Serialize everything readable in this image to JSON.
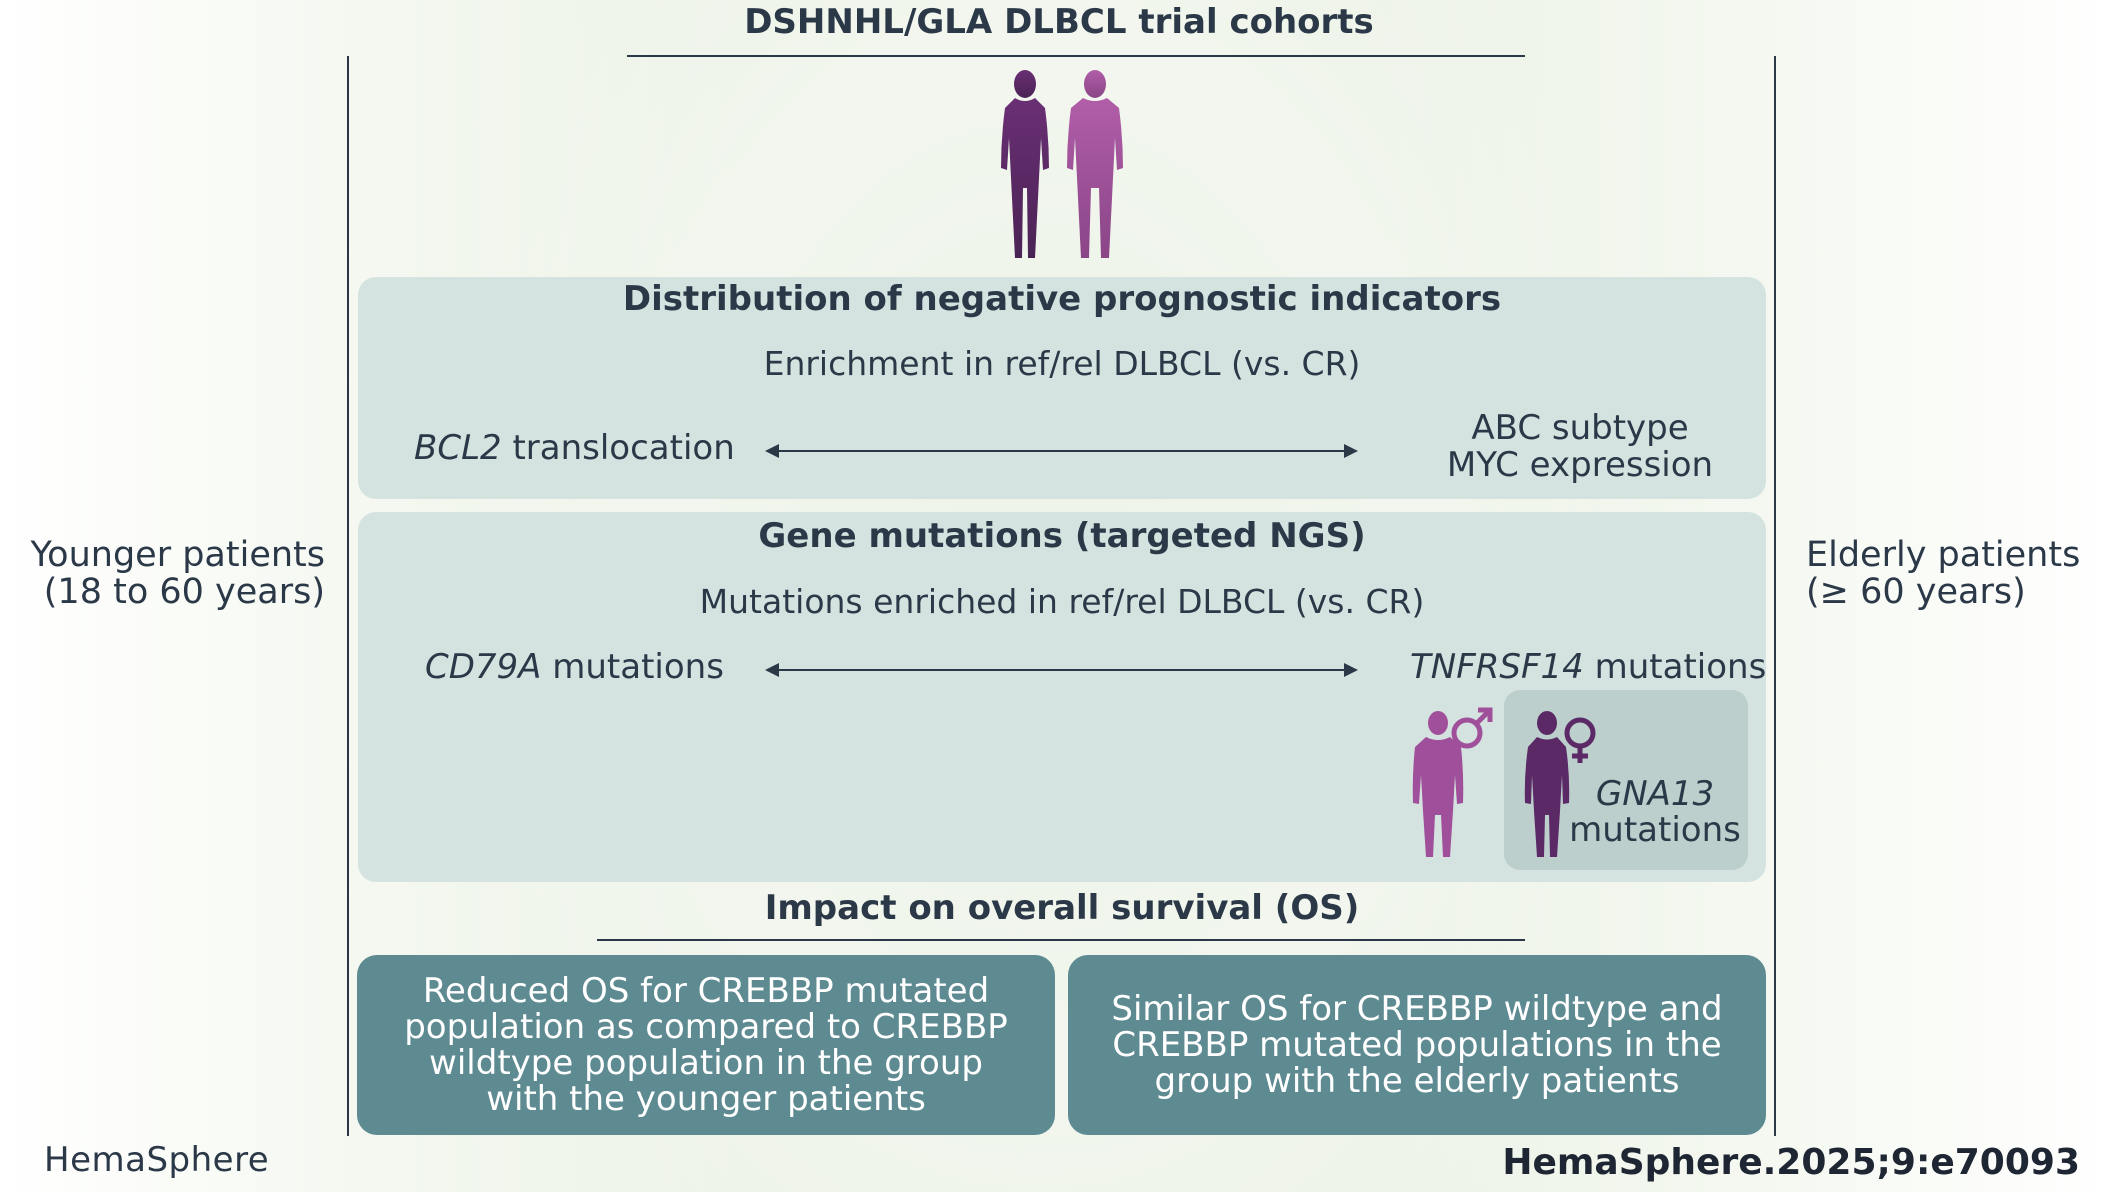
{
  "header": {
    "title": "DSHNHL/GLA DLBCL trial cohorts"
  },
  "left_group": {
    "line1": "Younger patients",
    "line2": "(18 to 60 years)"
  },
  "right_group": {
    "line1": "Elderly patients",
    "line2": "(≥ 60 years)"
  },
  "prognostic_panel": {
    "heading": "Distribution of negative prognostic indicators",
    "subheading": "Enrichment in ref/rel DLBCL (vs. CR)",
    "left_item_italic": "BCL2",
    "left_item_text": " translocation",
    "right_item_line1": "ABC subtype",
    "right_item_line2": "MYC expression"
  },
  "mutation_panel": {
    "heading": "Gene mutations (targeted NGS)",
    "subheading": "Mutations enriched in ref/rel DLBCL (vs. CR)",
    "left_item_italic": "CD79A",
    "left_item_text": " mutations",
    "right_item_italic": "TNFRSF14",
    "right_item_text": " mutations",
    "gna_italic": "GNA13",
    "gna_text": "mutations"
  },
  "survival": {
    "heading": "Impact on overall survival (OS)",
    "left_box": "Reduced OS for CREBBP mutated population as compared to CREBBP wildtype population in the group with the younger patients",
    "right_box": "Similar OS for CREBBP wildtype and CREBBP mutated populations in the group with the elderly patients"
  },
  "footer": {
    "brand": "HemaSphere",
    "citation": "HemaSphere.2025;9:e70093"
  },
  "icons": {
    "female_figure": "female-silhouette-icon",
    "male_figure": "male-silhouette-icon",
    "male_symbol": "male-symbol-icon",
    "female_symbol": "female-symbol-icon",
    "double_arrow": "double-arrow-icon"
  },
  "colors": {
    "text_dark": "#2b3848",
    "panel_fill": "#d5e3e0",
    "gna_box_fill": "#bccfcc",
    "os_box_fill": "#5e8a91",
    "figure_dark_purple": "#5b2a66",
    "figure_light_purple": "#9c4e96"
  }
}
